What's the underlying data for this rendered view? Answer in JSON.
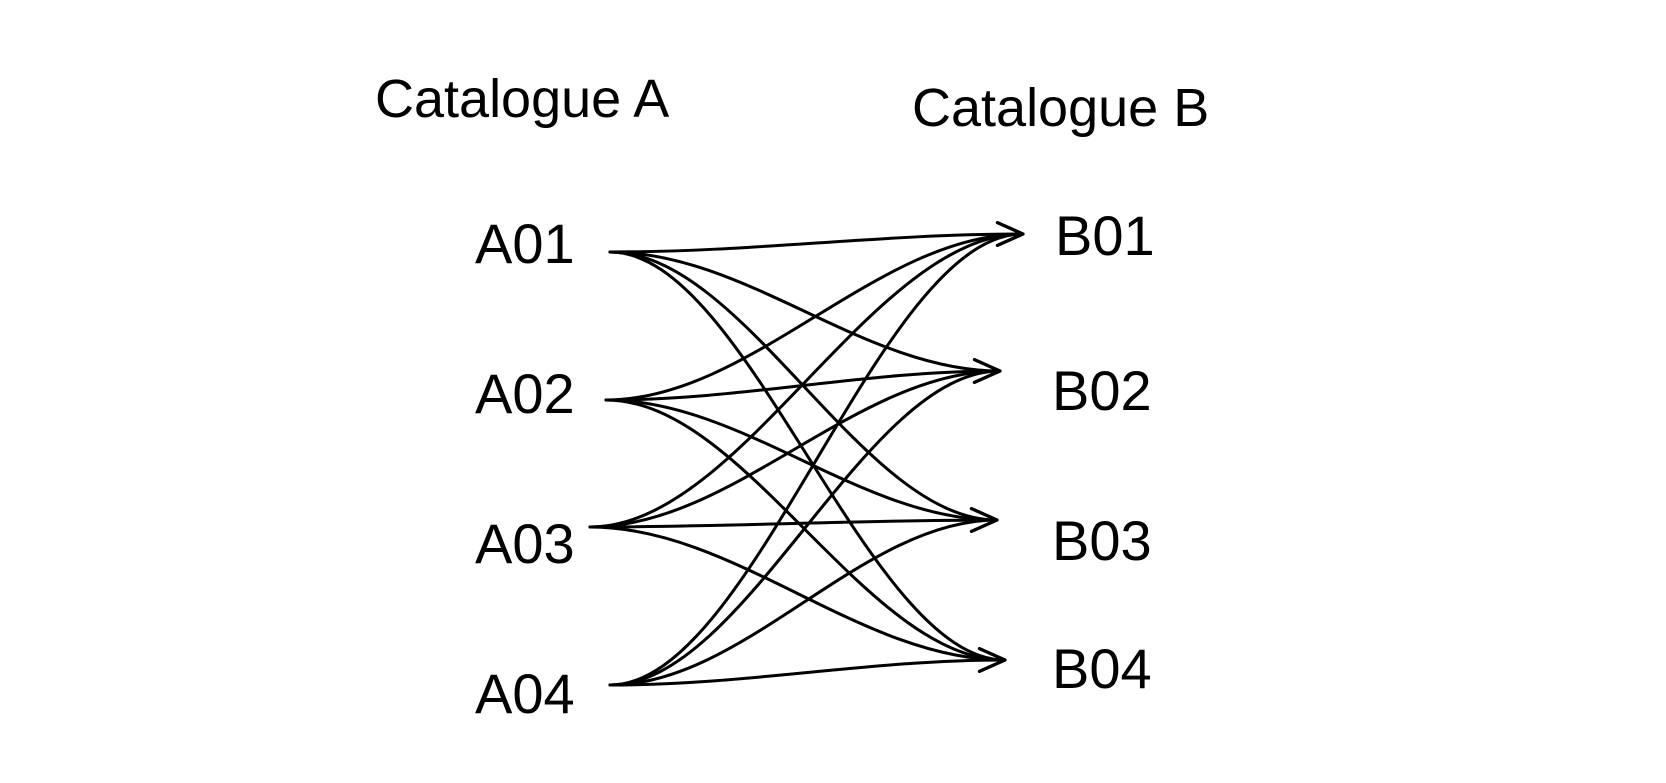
{
  "catalogues": {
    "a": {
      "title": "Catalogue A"
    },
    "b": {
      "title": "Catalogue B"
    }
  },
  "nodes": {
    "a": [
      {
        "id": "A01",
        "label": "A01"
      },
      {
        "id": "A02",
        "label": "A02"
      },
      {
        "id": "A03",
        "label": "A03"
      },
      {
        "id": "A04",
        "label": "A04"
      }
    ],
    "b": [
      {
        "id": "B01",
        "label": "B01"
      },
      {
        "id": "B02",
        "label": "B02"
      },
      {
        "id": "B03",
        "label": "B03"
      },
      {
        "id": "B04",
        "label": "B04"
      }
    ]
  },
  "edges": [
    {
      "from": "A01",
      "to": "B01"
    },
    {
      "from": "A01",
      "to": "B02"
    },
    {
      "from": "A01",
      "to": "B03"
    },
    {
      "from": "A01",
      "to": "B04"
    },
    {
      "from": "A02",
      "to": "B01"
    },
    {
      "from": "A02",
      "to": "B02"
    },
    {
      "from": "A02",
      "to": "B03"
    },
    {
      "from": "A02",
      "to": "B04"
    },
    {
      "from": "A03",
      "to": "B01"
    },
    {
      "from": "A03",
      "to": "B02"
    },
    {
      "from": "A03",
      "to": "B03"
    },
    {
      "from": "A03",
      "to": "B04"
    },
    {
      "from": "A04",
      "to": "B01"
    },
    {
      "from": "A04",
      "to": "B02"
    },
    {
      "from": "A04",
      "to": "B03"
    },
    {
      "from": "A04",
      "to": "B04"
    }
  ],
  "colors": {
    "line": "#000000",
    "text": "#000000",
    "background": "#ffffff"
  }
}
